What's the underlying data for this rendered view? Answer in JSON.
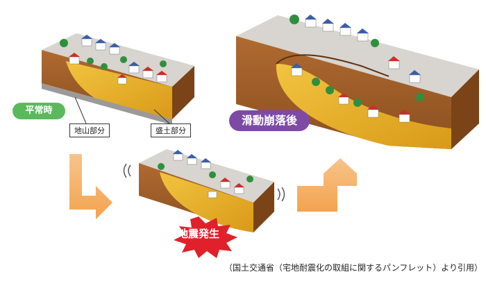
{
  "labels": {
    "normal": "平常時",
    "after_slide": "滑動崩落後",
    "natural_ground": "地山部分",
    "fill": "盛土部分",
    "earthquake": "地震発生"
  },
  "caption": "（国土交通省（宅地耐震化の取組に関するパンフレット）より引用）",
  "colors": {
    "soil": "#a0602a",
    "fill": "#e8b22a",
    "normal_pill": "#5cb85c",
    "after_pill": "#7d4aa6",
    "burst": "#e0202a",
    "arrow": "#f5b060"
  }
}
